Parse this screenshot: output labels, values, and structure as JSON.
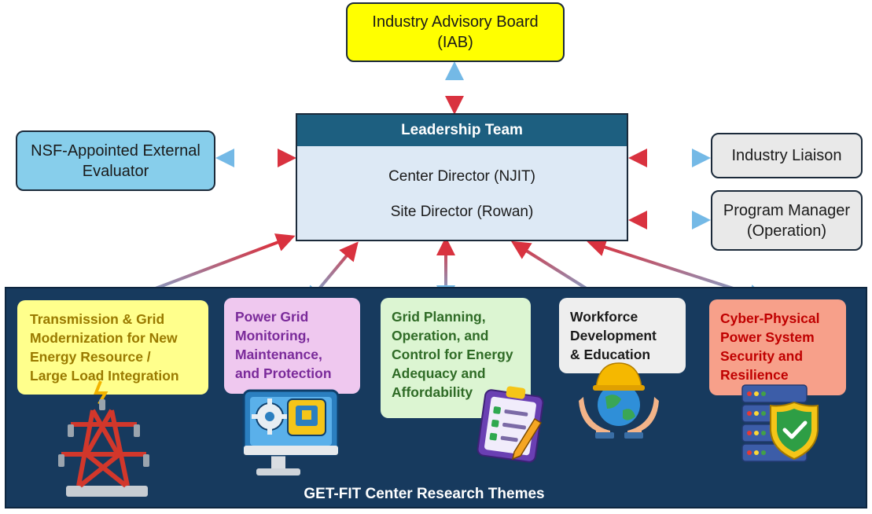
{
  "boxes": {
    "iab": {
      "line1": "Industry Advisory Board",
      "line2": "(IAB)"
    },
    "nsf": {
      "line1": "NSF-Appointed External",
      "line2": "Evaluator"
    },
    "liaison": {
      "label": "Industry Liaison"
    },
    "pm": {
      "line1": "Program Manager",
      "line2": "(Operation)"
    }
  },
  "leadership": {
    "title": "Leadership Team",
    "member1": "Center Director (NJIT)",
    "member2": "Site Director (Rowan)"
  },
  "themes": [
    {
      "lines": [
        "Transmission & Grid",
        "Modernization for New",
        "Energy Resource /",
        "Large Load Integration"
      ],
      "color": "#9a7a00"
    },
    {
      "lines": [
        "Power Grid",
        "Monitoring,",
        "Maintenance,",
        "and Protection"
      ],
      "color": "#7a2a9a"
    },
    {
      "lines": [
        "Grid Planning,",
        "Operation, and",
        "Control for Energy",
        "Adequacy and",
        "Affordability"
      ],
      "color": "#2f6b26"
    },
    {
      "lines": [
        "Workforce",
        "Development",
        "& Education"
      ],
      "color": "#1a1a1a"
    },
    {
      "lines": [
        "Cyber-Physical",
        "Power System",
        "Security and",
        "Resilience"
      ],
      "color": "#c00000"
    }
  ],
  "footer": "GET-FIT Center Research Themes",
  "icons": [
    "power-tower-icon",
    "monitor-gear-icon",
    "clipboard-checklist-icon",
    "hands-globe-helmet-icon",
    "server-shield-icon"
  ],
  "colors": {
    "arrow_red": "#d9323f",
    "arrow_blue": "#74b9e6",
    "panel": "#173a5e",
    "header": "#1d5f80"
  }
}
